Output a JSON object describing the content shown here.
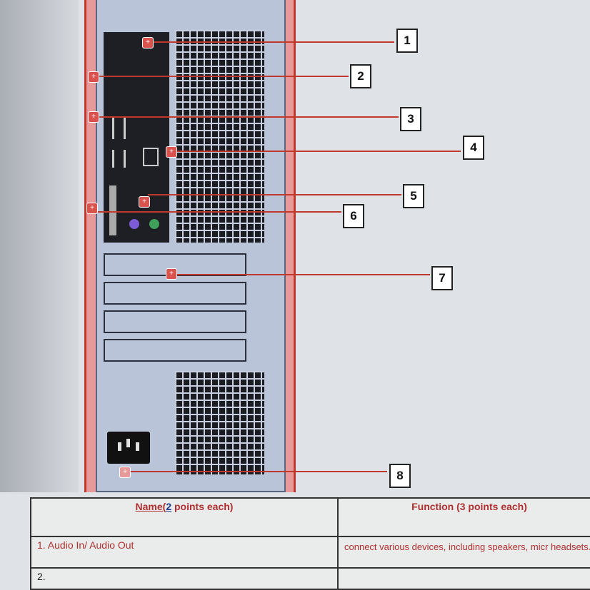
{
  "diagram": {
    "callouts": [
      "1",
      "2",
      "3",
      "4",
      "5",
      "6",
      "7",
      "8"
    ]
  },
  "table": {
    "headers": {
      "name_prefix": "Name(",
      "name_points": "2",
      "name_suffix": " points each)",
      "function": "Function (3 points each)"
    },
    "rows": [
      {
        "name": "1. Audio In/ Audio Out",
        "function": "connect various devices, including speakers, micr headsets."
      },
      {
        "name": "2.",
        "function": ""
      }
    ]
  },
  "colors": {
    "accent": "#c0392b",
    "panel": "#b9c4d8"
  }
}
